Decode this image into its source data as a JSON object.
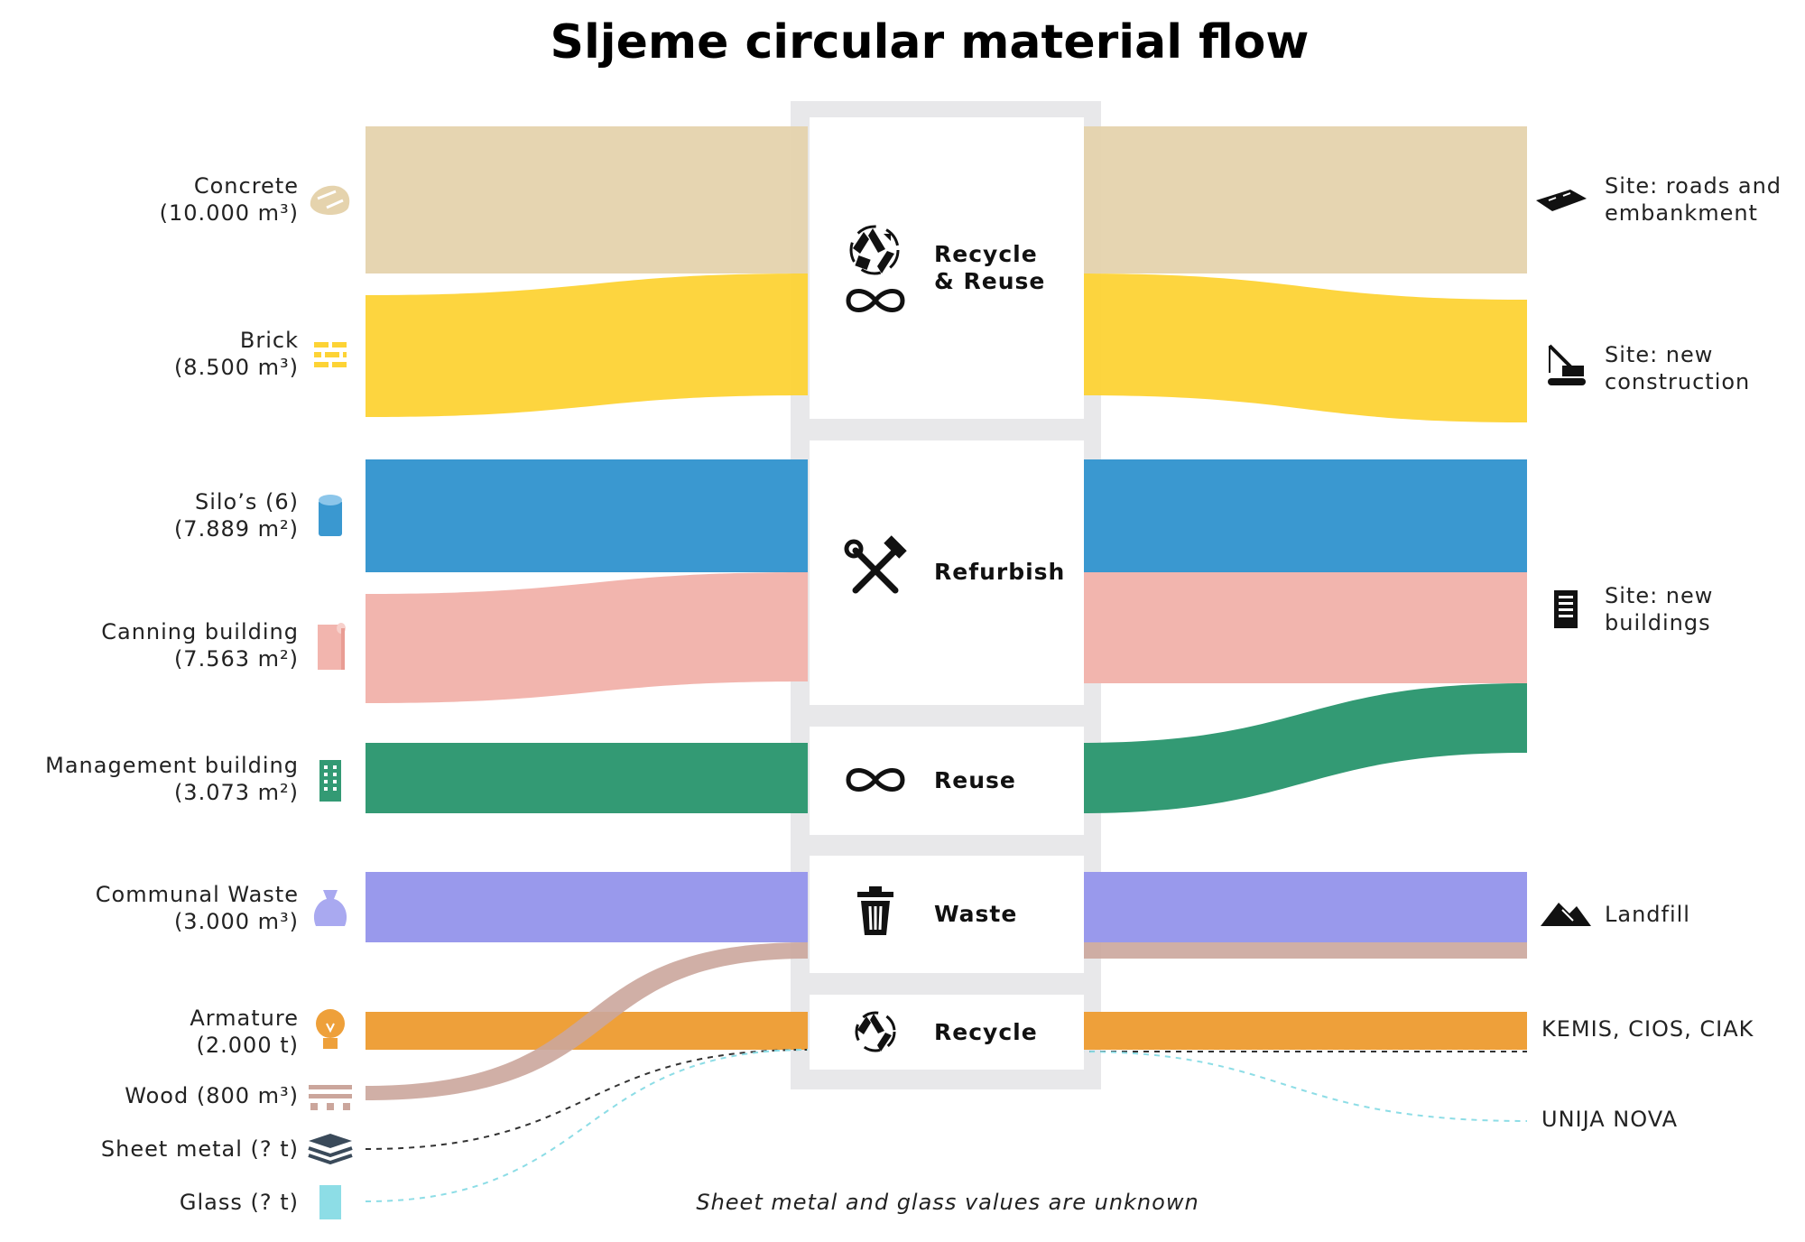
{
  "title": "Sljeme circular material flow",
  "note": "Sheet metal and glass values are unknown",
  "sources": [
    {
      "id": "concrete",
      "line1": "Concrete",
      "line2": "(10.000 m³)",
      "color": "#e5d3ad",
      "icon": "concrete-block-icon"
    },
    {
      "id": "brick",
      "line1": "Brick",
      "line2": "(8.500 m³)",
      "color": "#fdd335",
      "icon": "brick-icon"
    },
    {
      "id": "silos",
      "line1": "Silo’s (6)",
      "line2": "(7.889 m²)",
      "color": "#3a98d0",
      "icon": "silo-icon"
    },
    {
      "id": "canning",
      "line1": "Canning building",
      "line2": "(7.563 m²)",
      "color": "#f2b5ae",
      "icon": "canning-building-icon"
    },
    {
      "id": "management",
      "line1": "Management building",
      "line2": "(3.073 m²)",
      "color": "#339a74",
      "icon": "office-building-icon"
    },
    {
      "id": "communal",
      "line1": "Communal Waste",
      "line2": "(3.000 m³)",
      "color": "#9999ec",
      "icon": "garbage-bag-icon"
    },
    {
      "id": "armature",
      "line1": "Armature",
      "line2": "(2.000 t)",
      "color": "#eea03a",
      "icon": "light-bulb-icon"
    },
    {
      "id": "wood",
      "line1": "Wood (800 m³)",
      "line2": "",
      "color": "#cba69c",
      "icon": "pallet-icon"
    },
    {
      "id": "sheetmetal",
      "line1": "Sheet metal (? t)",
      "line2": "",
      "color": "#333333",
      "icon": "sheet-metal-icon"
    },
    {
      "id": "glass",
      "line1": "Glass (? t)",
      "line2": "",
      "color": "#8ddde6",
      "icon": "glass-pane-icon"
    }
  ],
  "processes": [
    {
      "id": "recycle-reuse",
      "line1": "Recycle",
      "line2": "& Reuse",
      "icon": "recycle-infinity-icon"
    },
    {
      "id": "refurbish",
      "line1": "Refurbish",
      "line2": "",
      "icon": "hammer-wrench-icon"
    },
    {
      "id": "reuse",
      "line1": "Reuse",
      "line2": "",
      "icon": "infinity-icon"
    },
    {
      "id": "waste",
      "line1": "Waste",
      "line2": "",
      "icon": "trash-can-icon"
    },
    {
      "id": "recycle",
      "line1": "Recycle",
      "line2": "",
      "icon": "recycle-icon"
    }
  ],
  "destinations": [
    {
      "id": "roads",
      "line1": "Site: roads and",
      "line2": "embankment",
      "icon": "road-icon"
    },
    {
      "id": "new-construction",
      "line1": "Site: new",
      "line2": "construction",
      "icon": "crane-icon"
    },
    {
      "id": "new-buildings",
      "line1": "Site: new",
      "line2": "buildings",
      "icon": "building-icon"
    },
    {
      "id": "landfill",
      "line1": "Landfill",
      "line2": "",
      "icon": "landfill-icon"
    },
    {
      "id": "kemis",
      "line1": "KEMIS, CIOS, CIAK",
      "line2": "",
      "icon": ""
    },
    {
      "id": "unija",
      "line1": "UNIJA NOVA",
      "line2": "",
      "icon": ""
    }
  ],
  "flows": [
    {
      "source": "concrete",
      "process": "recycle-reuse",
      "destination": "roads"
    },
    {
      "source": "brick",
      "process": "recycle-reuse",
      "destination": "new-construction"
    },
    {
      "source": "silos",
      "process": "refurbish",
      "destination": "new-buildings"
    },
    {
      "source": "canning",
      "process": "refurbish",
      "destination": "new-buildings"
    },
    {
      "source": "management",
      "process": "reuse",
      "destination": "new-buildings"
    },
    {
      "source": "communal",
      "process": "waste",
      "destination": "landfill"
    },
    {
      "source": "wood",
      "process": "waste",
      "destination": "landfill"
    },
    {
      "source": "armature",
      "process": "recycle",
      "destination": "kemis"
    },
    {
      "source": "sheetmetal",
      "process": "recycle",
      "destination": "kemis"
    },
    {
      "source": "glass",
      "process": "recycle",
      "destination": "unija"
    }
  ]
}
